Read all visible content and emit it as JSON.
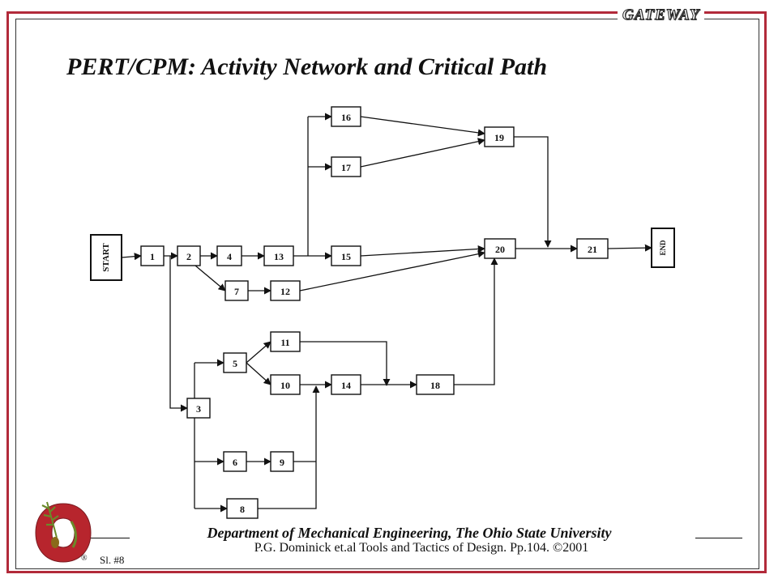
{
  "header": {
    "brand": "GATEWAY"
  },
  "slide": {
    "title": "PERT/CPM: Activity Network and Critical Path"
  },
  "diagram": {
    "nodes": [
      {
        "id": "start",
        "label": "START"
      },
      {
        "id": "n1",
        "label": "1"
      },
      {
        "id": "n2",
        "label": "2"
      },
      {
        "id": "n4",
        "label": "4"
      },
      {
        "id": "n13",
        "label": "13"
      },
      {
        "id": "n15",
        "label": "15"
      },
      {
        "id": "n16",
        "label": "16"
      },
      {
        "id": "n17",
        "label": "17"
      },
      {
        "id": "n19",
        "label": "19"
      },
      {
        "id": "n20",
        "label": "20"
      },
      {
        "id": "n21",
        "label": "21"
      },
      {
        "id": "end",
        "label": "END"
      },
      {
        "id": "n7",
        "label": "7"
      },
      {
        "id": "n12",
        "label": "12"
      },
      {
        "id": "n5",
        "label": "5"
      },
      {
        "id": "n11",
        "label": "11"
      },
      {
        "id": "n10",
        "label": "10"
      },
      {
        "id": "n14",
        "label": "14"
      },
      {
        "id": "n18",
        "label": "18"
      },
      {
        "id": "n3",
        "label": "3"
      },
      {
        "id": "n6",
        "label": "6"
      },
      {
        "id": "n9",
        "label": "9"
      },
      {
        "id": "n8",
        "label": "8"
      }
    ],
    "edges": [
      [
        "start",
        "n1"
      ],
      [
        "n1",
        "n2"
      ],
      [
        "n2",
        "n4"
      ],
      [
        "n4",
        "n13"
      ],
      [
        "n13",
        "n15"
      ],
      [
        "n13",
        "n16"
      ],
      [
        "n13",
        "n17"
      ],
      [
        "n16",
        "n19"
      ],
      [
        "n17",
        "n19"
      ],
      [
        "n19",
        "n20"
      ],
      [
        "n15",
        "n20"
      ],
      [
        "n12",
        "n20"
      ],
      [
        "n18",
        "n20"
      ],
      [
        "n20",
        "n21"
      ],
      [
        "n21",
        "end"
      ],
      [
        "n2",
        "n7"
      ],
      [
        "n7",
        "n12"
      ],
      [
        "n1",
        "n3"
      ],
      [
        "n3",
        "n5"
      ],
      [
        "n3",
        "n6"
      ],
      [
        "n3",
        "n8"
      ],
      [
        "n5",
        "n11"
      ],
      [
        "n5",
        "n10"
      ],
      [
        "n11",
        "n14"
      ],
      [
        "n10",
        "n14"
      ],
      [
        "n6",
        "n9"
      ],
      [
        "n9",
        "n14"
      ],
      [
        "n8",
        "n14"
      ],
      [
        "n14",
        "n18"
      ]
    ]
  },
  "footer": {
    "department": "Department of Mechanical Engineering, The Ohio State University",
    "citation": "P.G. Dominick et.al Tools and Tactics of Design. Pp.104. ©2001",
    "slide_number": "Sl. #8",
    "registered_mark": "®"
  },
  "colors": {
    "frame": "#b22a3a",
    "logo_red": "#b7252d",
    "logo_leaf": "#6a8a2a",
    "line": "#111111"
  }
}
